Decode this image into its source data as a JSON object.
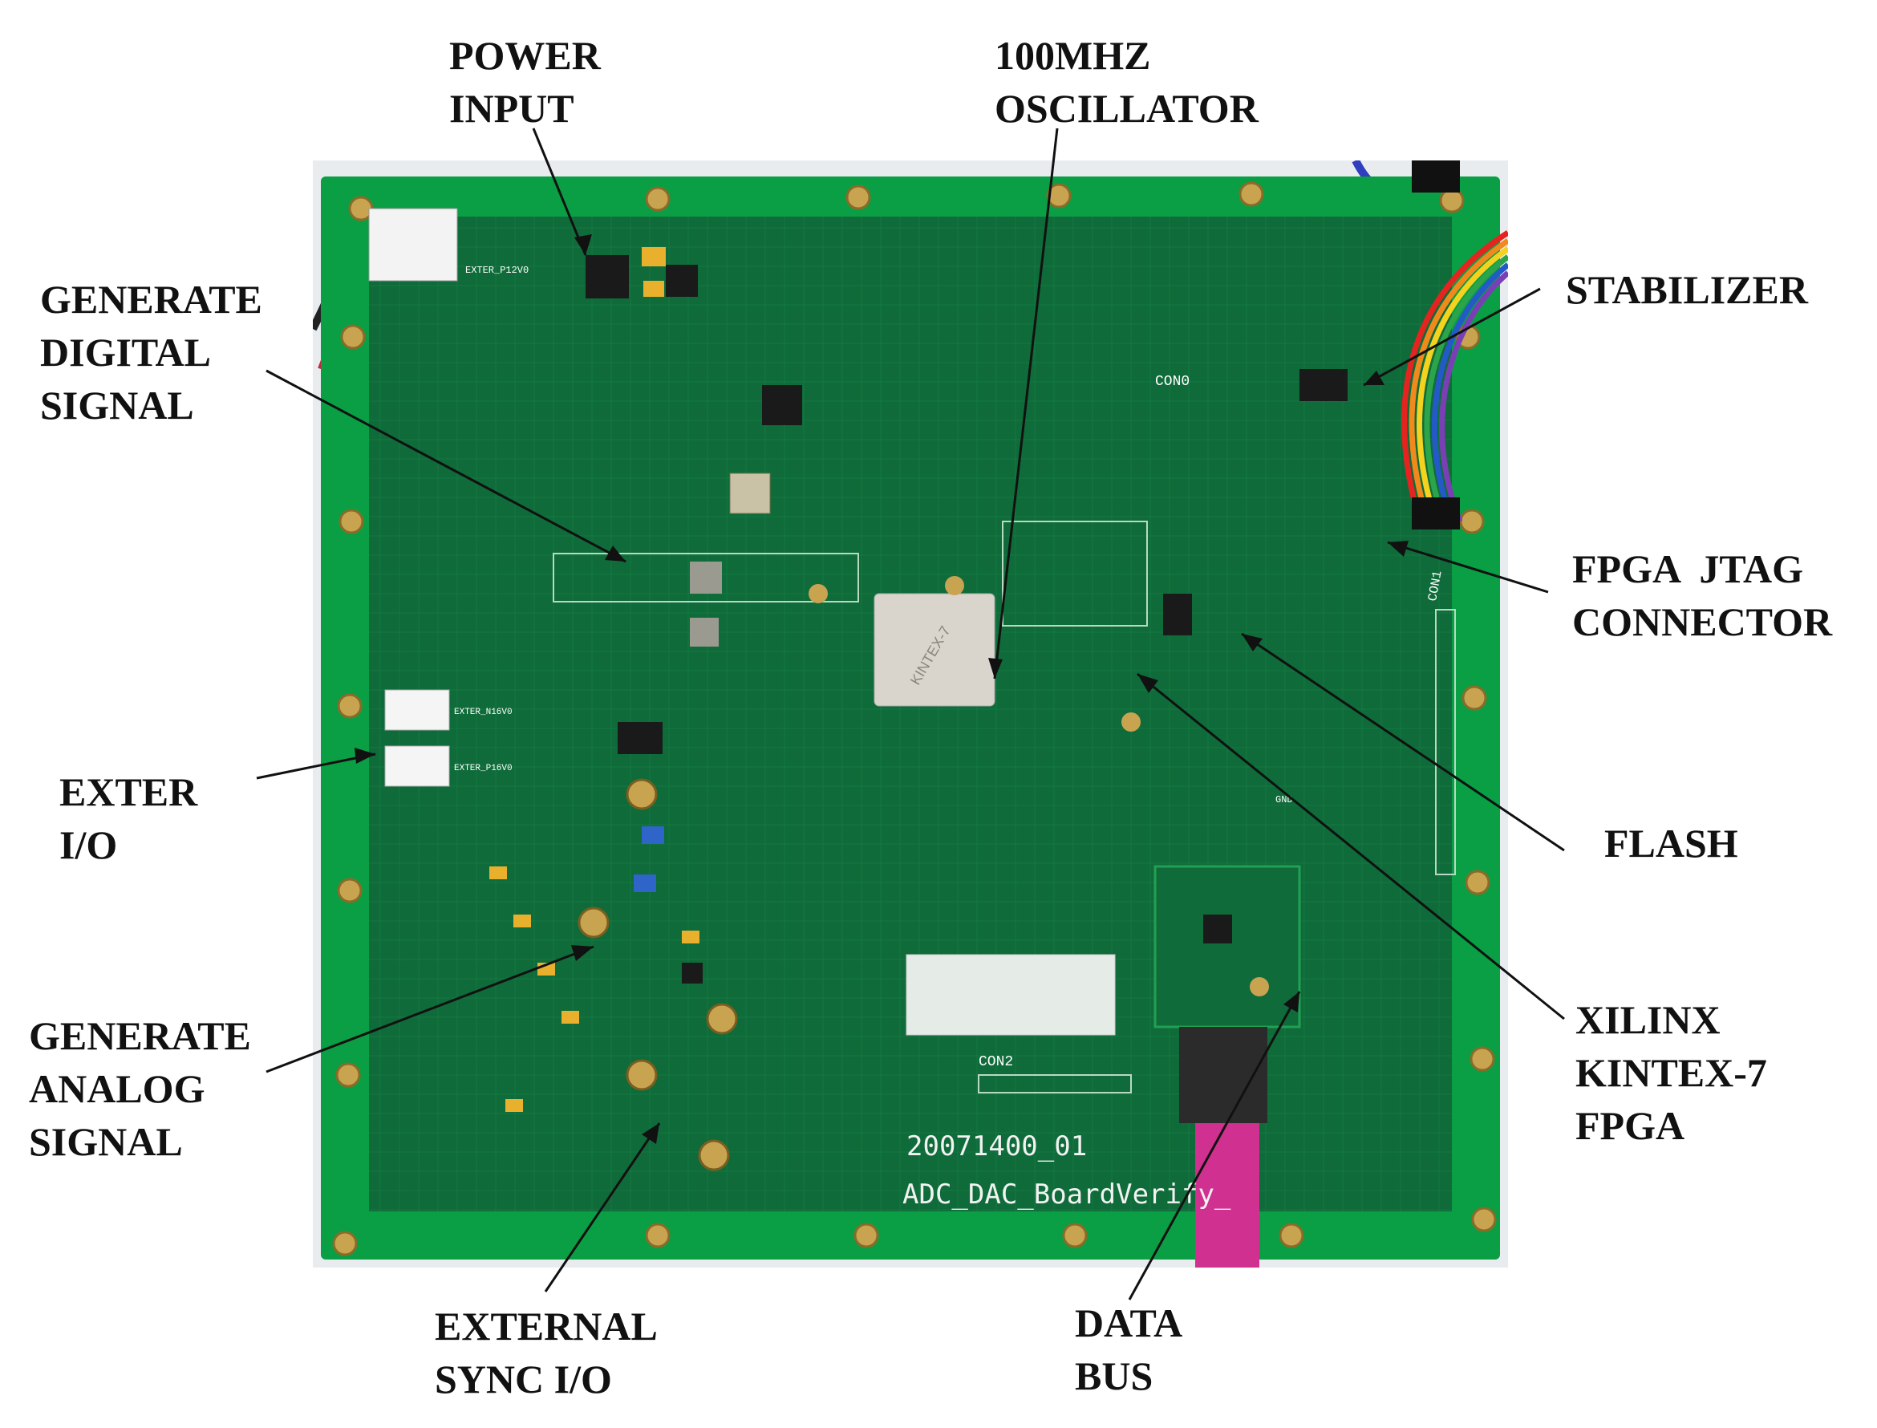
{
  "annotations": {
    "power_input": [
      "POWER",
      "INPUT"
    ],
    "oscillator": [
      "100MHZ",
      "OSCILLATOR"
    ],
    "digital_signal": [
      "GENERATE",
      "DIGITAL",
      "SIGNAL"
    ],
    "stabilizer": [
      "STABILIZER"
    ],
    "jtag": [
      "FPGA  JTAG",
      "CONNECTOR"
    ],
    "exter_io": [
      "EXTER",
      "I/O"
    ],
    "flash": [
      "FLASH"
    ],
    "analog_signal": [
      "GENERATE",
      "ANALOG",
      "SIGNAL"
    ],
    "fpga": [
      "XILINX",
      "KINTEX-7",
      "FPGA"
    ],
    "sync_io": [
      "EXTERNAL",
      "SYNC I/O"
    ],
    "data_bus": [
      "DATA",
      "BUS"
    ]
  },
  "board": {
    "silkscreen_id": "20071400_01",
    "silkscreen_name": "ADC_DAC_BoardVerify_",
    "conn_labels": [
      "CON0",
      "CON1",
      "CON2"
    ],
    "power_labels": [
      "EXTER_P12V0",
      "EXTER_N16V0",
      "EXTER_P16V0"
    ],
    "chip_text": "KINTEX-7",
    "gnd_label": "GND"
  },
  "colors": {
    "pcb": "#0f6b39",
    "pcb_border": "#0a9e45",
    "pad": "#c8a451",
    "chip": "#d9d4cc",
    "ribbon": [
      "#e52420",
      "#f08a1c",
      "#f4d21e",
      "#2ca44a",
      "#2459c8",
      "#7b3fb5"
    ],
    "connector_pink": "#d0308f"
  }
}
